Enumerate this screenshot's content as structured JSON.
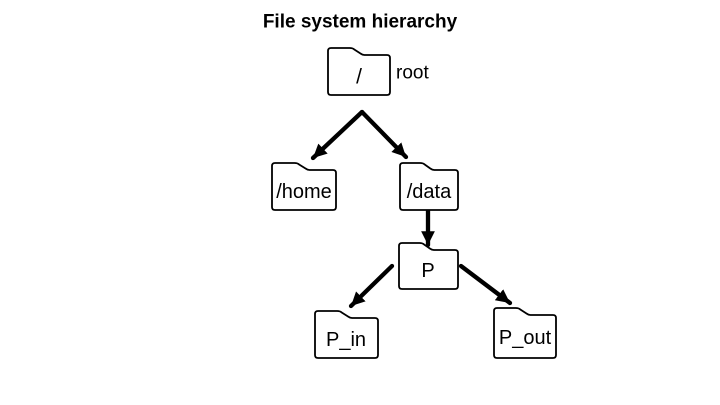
{
  "page": {
    "background_color": "#ffffff"
  },
  "diagram": {
    "title": "File system hierarchy",
    "colors": {
      "line": "#000000",
      "text": "#000000",
      "node_fill": "#ffffff",
      "background": "#ffffff"
    },
    "nodes": {
      "root": {
        "label": "/",
        "annotation": "root",
        "type": "folder"
      },
      "home": {
        "label": "/home",
        "type": "folder"
      },
      "data": {
        "label": "/data",
        "type": "folder"
      },
      "p": {
        "label": "P",
        "type": "folder"
      },
      "p_in": {
        "label": "P_in",
        "type": "folder"
      },
      "p_out": {
        "label": "P_out",
        "type": "folder"
      }
    },
    "edges": [
      {
        "from": "/",
        "to": "/home"
      },
      {
        "from": "/",
        "to": "/data"
      },
      {
        "from": "/data",
        "to": "P"
      },
      {
        "from": "P",
        "to": "P_in"
      },
      {
        "from": "P",
        "to": "P_out"
      }
    ]
  }
}
